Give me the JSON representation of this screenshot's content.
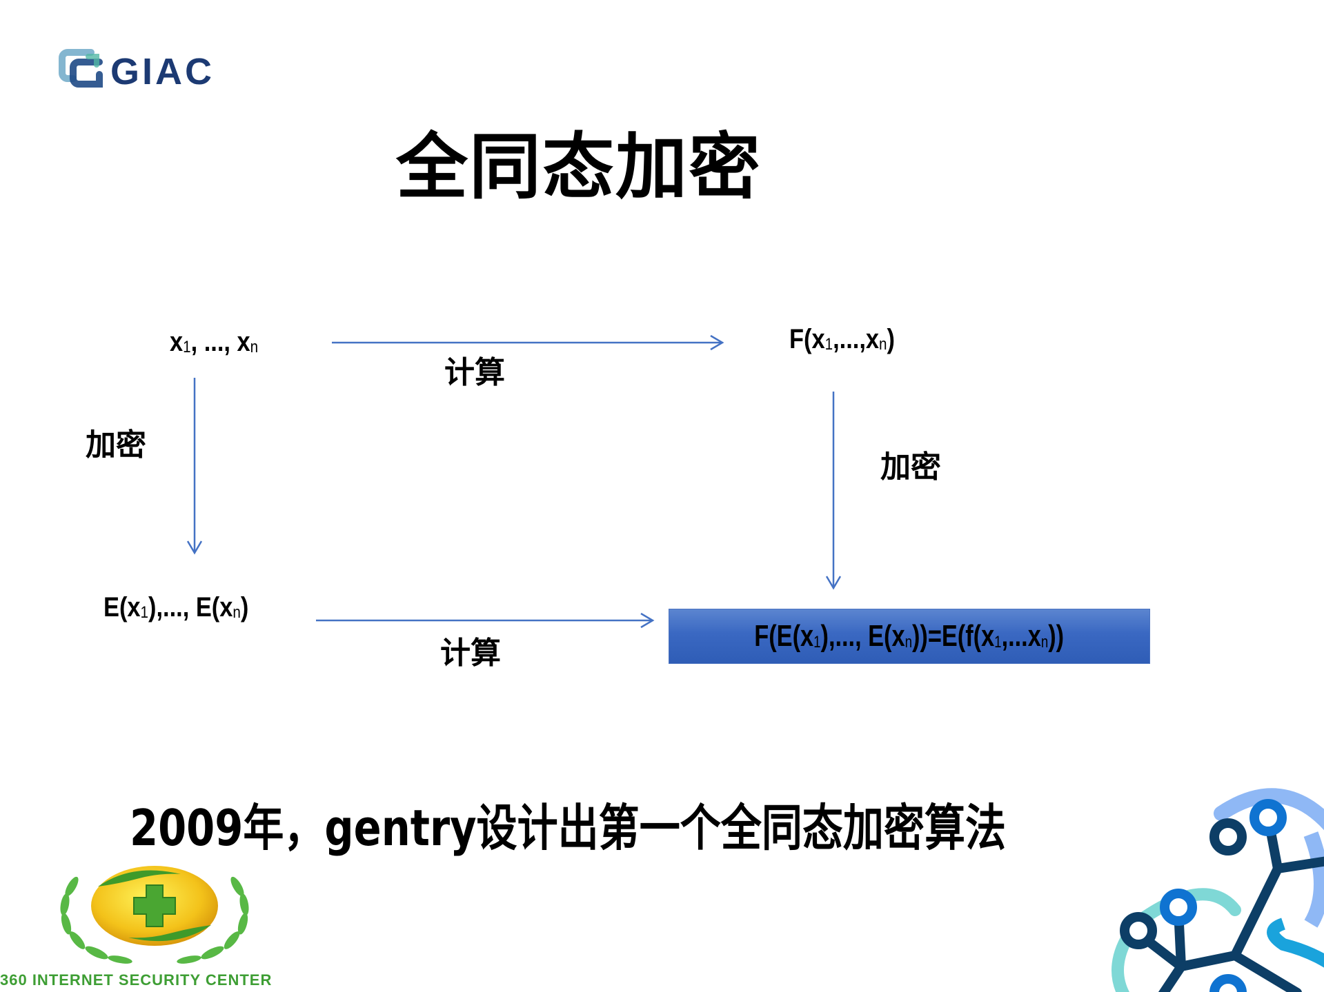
{
  "slide": {
    "title": "全同态加密",
    "diagram": {
      "top_left": {
        "base": "x",
        "sub1": "1",
        "mid": ", ..., x",
        "subn": "n"
      },
      "top_right": {
        "prefix": "F(x",
        "sub1": "1",
        "mid": ",...,x",
        "subn": "n",
        "suffix": ")"
      },
      "bottom_left": {
        "prefix": "E(x",
        "sub1": "1",
        "mid": "),..., E(x",
        "subn": "n",
        "suffix": ")"
      },
      "result": {
        "p1": "F(E(x",
        "s1": "1",
        "p2": "),..., E(x",
        "s2": "n",
        "p3": "))=E(f(x",
        "s3": "1",
        "p4": ",...x",
        "s4": "n",
        "p5": "))"
      },
      "labels": {
        "compute_top": "计算",
        "compute_bottom": "计算",
        "encrypt_left": "加密",
        "encrypt_right": "加密"
      },
      "colors": {
        "arrow": "#4472c4",
        "result_box": "#3a68c2"
      }
    },
    "footer_statement": "2009年，gentry设计出第一个全同态加密算法"
  },
  "branding": {
    "top_logo_text": "GIAC",
    "top_logo_color": "#1c3a73",
    "bottom_logo_caption": "360 INTERNET SECURITY CENTER",
    "bottom_logo_color": "#3e9e34"
  }
}
